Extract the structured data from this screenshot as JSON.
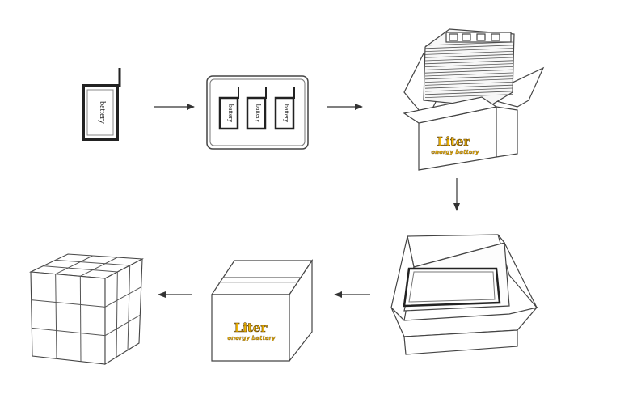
{
  "cell_label": "battery",
  "brand": {
    "name": "Liter",
    "tagline": "energy battery",
    "color": "#f2b705",
    "outline_color": "#5a3a00"
  },
  "line_color": "#333333",
  "steps": [
    {
      "id": "single-cell"
    },
    {
      "id": "cells-in-tray"
    },
    {
      "id": "trays-into-box"
    },
    {
      "id": "open-box-packed"
    },
    {
      "id": "sealed-box"
    },
    {
      "id": "stacked-boxes"
    }
  ],
  "icons": [
    "arrow-right-icon",
    "arrow-down-icon",
    "arrow-left-icon"
  ]
}
